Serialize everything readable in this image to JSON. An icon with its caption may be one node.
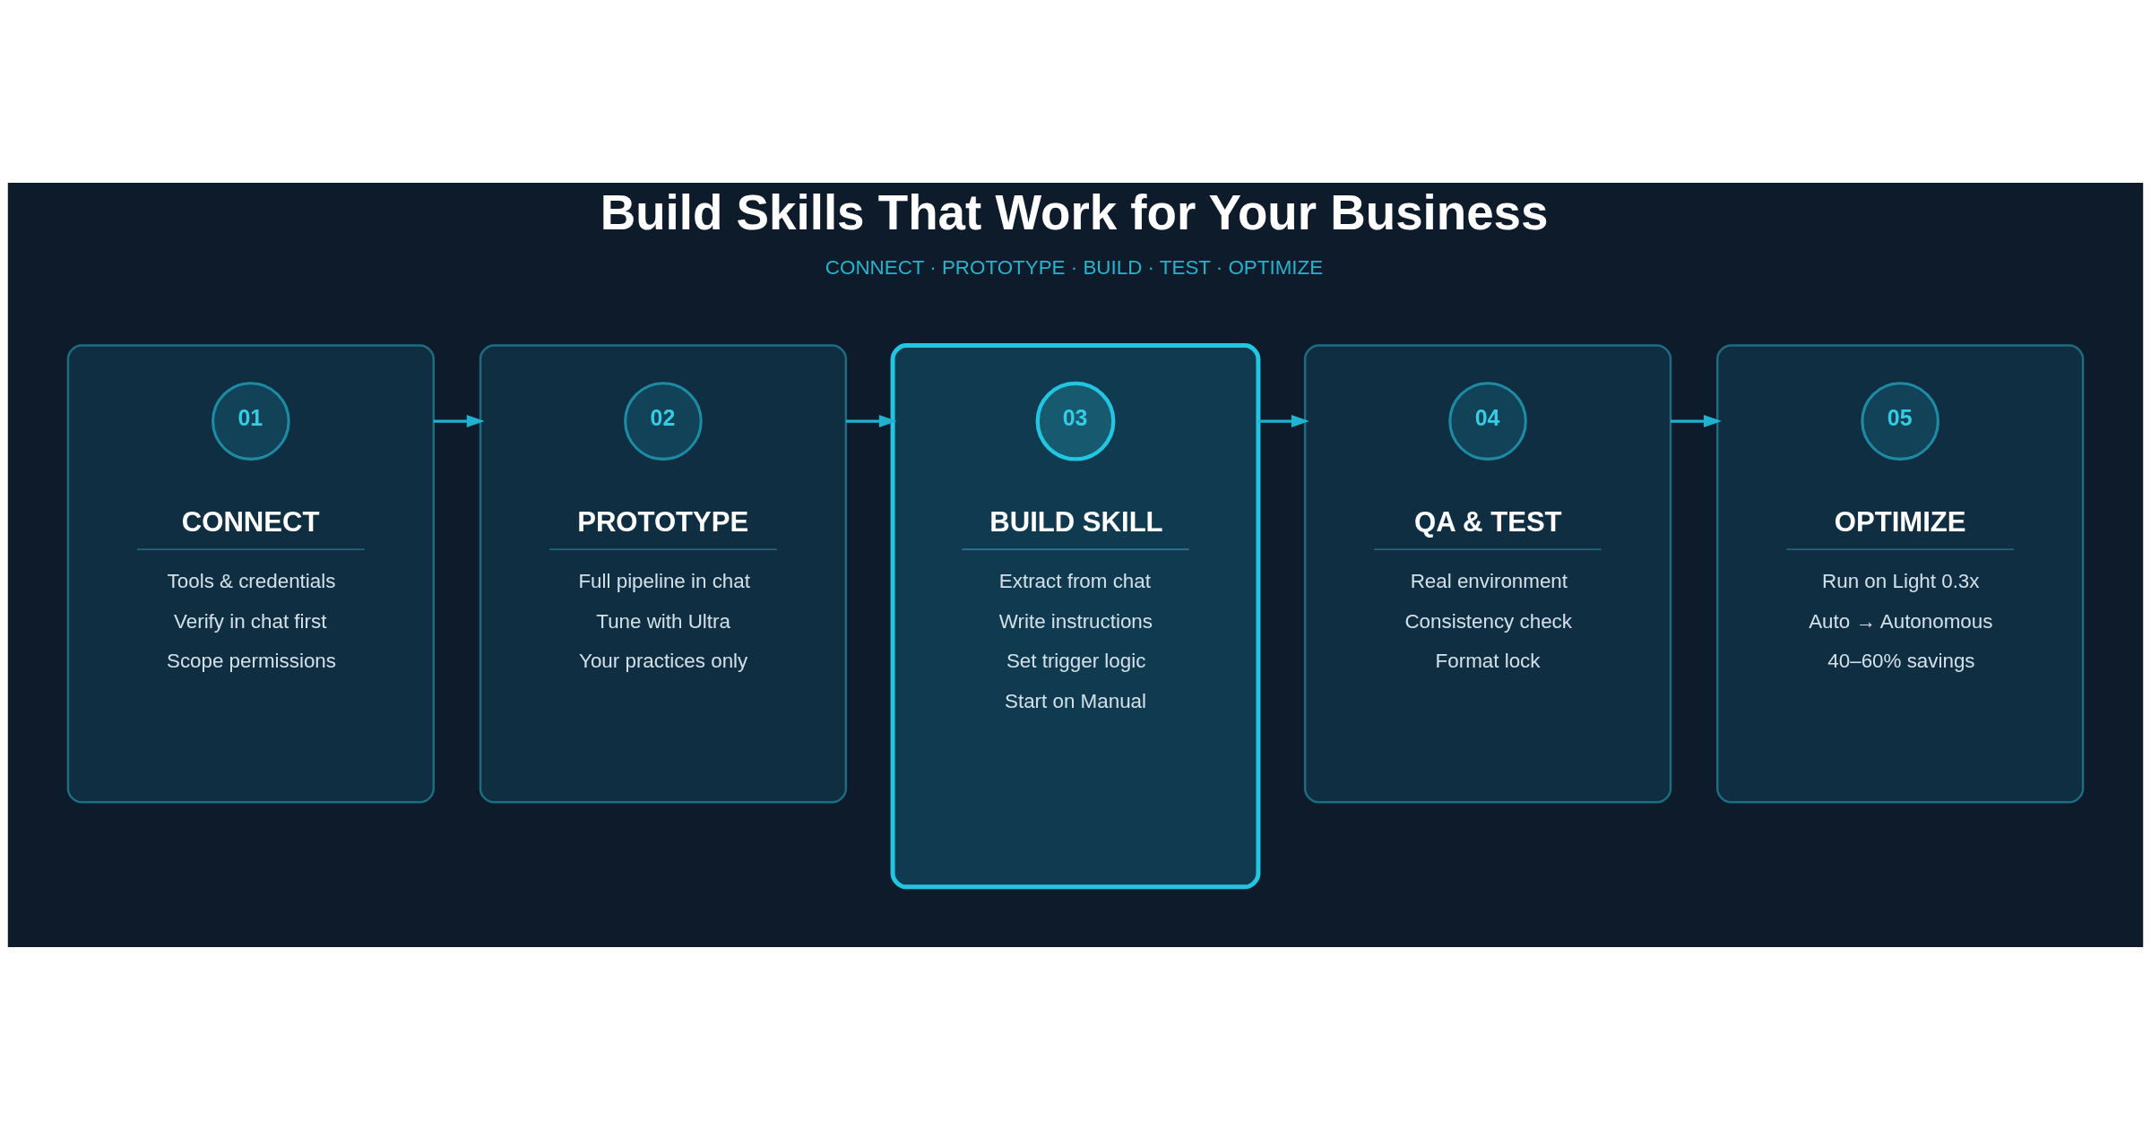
{
  "diagram": {
    "title": "Build Skills That Work for Your Business",
    "nodes": [
      {
        "text": [
          "CONNECT",
          "Tools & credentials",
          "Verify in chat first",
          "Scope permissions"
        ]
      },
      {
        "text": [
          "01"
        ],
        "in": 0
      },
      {
        "text": [
          "PROTOTYPE",
          "Full pipeline in chat",
          "Tune with Ultra",
          "Your practices only"
        ]
      },
      {
        "text": [
          "02"
        ],
        "in": 2
      },
      {
        "text": [
          "BUILD SKILL",
          "Extract from chat",
          "Write instructions",
          "Set trigger logic",
          "Start on Manual"
        ]
      },
      {
        "text": [
          "03"
        ],
        "in": 4
      },
      {
        "text": [
          "QA & TEST",
          "Real environment",
          "Consistency check",
          "Format lock"
        ]
      },
      {
        "text": [
          "04"
        ],
        "in": 6
      },
      {
        "text": [
          "OPTIMIZE",
          "Run on Light 0.3x",
          "Auto → Autonomous",
          "40–60% savings"
        ]
      },
      {
        "text": [
          "05"
        ],
        "in": 8
      }
    ],
    "edges": [
      {
        "from": 0,
        "to": 2,
        "arrow": "to"
      },
      {
        "from": 2,
        "to": 4,
        "arrow": "to"
      },
      {
        "from": 4,
        "to": 6,
        "arrow": "to"
      },
      {
        "from": 6,
        "to": 8,
        "arrow": "to"
      }
    ],
    "labels": [
      "CONNECT · PROTOTYPE · BUILD · TEST · OPTIMIZE"
    ]
  }
}
